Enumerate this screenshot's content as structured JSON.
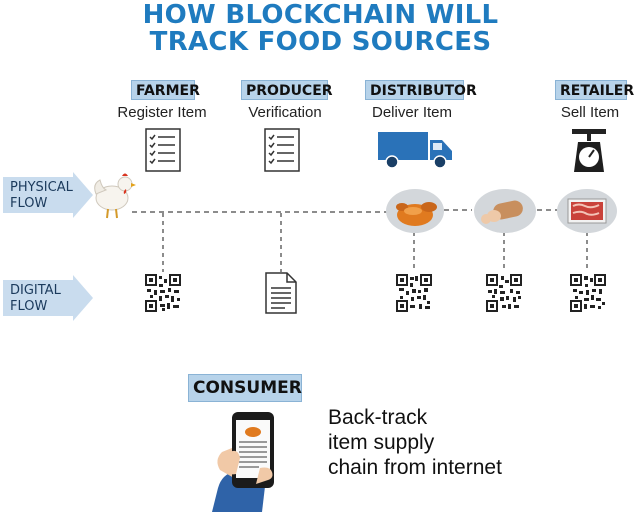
{
  "title": {
    "line1": "HOW BLOCKCHAIN WILL",
    "line2": "TRACK FOOD SOURCES"
  },
  "roles": [
    {
      "name": "FARMER",
      "action": "Register Item"
    },
    {
      "name": "PRODUCER",
      "action": "Verification"
    },
    {
      "name": "DISTRIBUTOR",
      "action": "Deliver Item"
    },
    {
      "name": "RETAILER",
      "action": "Sell Item"
    }
  ],
  "flows": {
    "physical": [
      "PHYSICAL",
      "FLOW"
    ],
    "digital": [
      "DIGITAL",
      "FLOW"
    ]
  },
  "consumer": {
    "label": "CONSUMER",
    "description": [
      "Back-track",
      "item supply",
      "chain from internet"
    ]
  },
  "colors": {
    "title": "#1f7bbf",
    "badge": "#b7d3ea",
    "arrow": "#c9dcee",
    "truck": "#2a72b8"
  },
  "icons": [
    "checklist-icon",
    "truck-icon",
    "scale-icon",
    "chicken-icon",
    "roast-chicken-icon",
    "sausage-icon",
    "meat-package-icon",
    "qr-code-icon",
    "document-icon",
    "smartphone-icon"
  ]
}
